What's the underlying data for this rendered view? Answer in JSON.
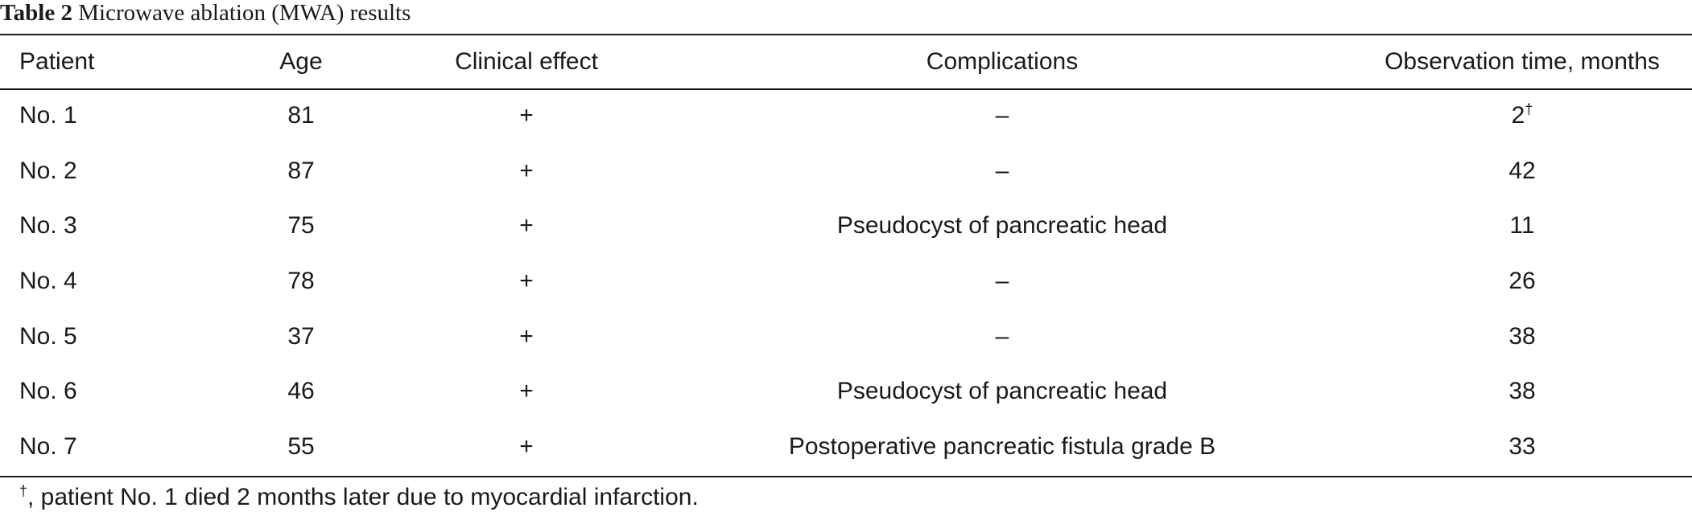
{
  "table": {
    "label": "Table 2",
    "caption": "Microwave ablation (MWA) results",
    "headers": {
      "patient": "Patient",
      "age": "Age",
      "clinical_effect": "Clinical effect",
      "complications": "Complications",
      "observation_time": "Observation time, months"
    },
    "rows": [
      {
        "patient": "No. 1",
        "age": "81",
        "clinical_effect": "+",
        "complications": "–",
        "observation_time": "2",
        "mark": "†"
      },
      {
        "patient": "No. 2",
        "age": "87",
        "clinical_effect": "+",
        "complications": "–",
        "observation_time": "42",
        "mark": ""
      },
      {
        "patient": "No. 3",
        "age": "75",
        "clinical_effect": "+",
        "complications": "Pseudocyst of pancreatic head",
        "observation_time": "11",
        "mark": ""
      },
      {
        "patient": "No. 4",
        "age": "78",
        "clinical_effect": "+",
        "complications": "–",
        "observation_time": "26",
        "mark": ""
      },
      {
        "patient": "No. 5",
        "age": "37",
        "clinical_effect": "+",
        "complications": "–",
        "observation_time": "38",
        "mark": ""
      },
      {
        "patient": "No. 6",
        "age": "46",
        "clinical_effect": "+",
        "complications": "Pseudocyst of pancreatic head",
        "observation_time": "38",
        "mark": ""
      },
      {
        "patient": "No. 7",
        "age": "55",
        "clinical_effect": "+",
        "complications": "Postoperative pancreatic fistula grade B",
        "observation_time": "33",
        "mark": ""
      }
    ],
    "footnote": {
      "mark": "†",
      "text": ", patient No. 1 died 2 months later due to myocardial infarction."
    }
  }
}
